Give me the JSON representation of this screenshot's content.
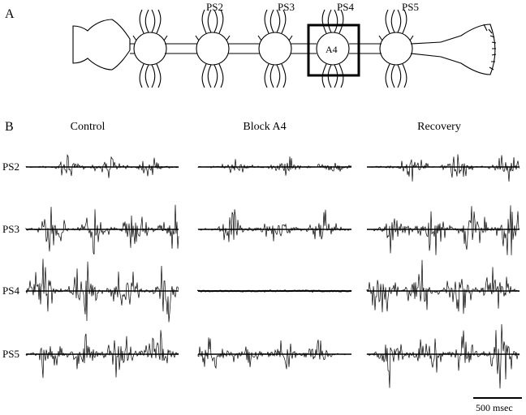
{
  "panel_a": {
    "label": "A",
    "ganglia": [
      "PS2",
      "PS3",
      "PS4",
      "PS5"
    ],
    "blocked": "A4"
  },
  "panel_b": {
    "label": "B",
    "conditions": [
      "Control",
      "Block A4",
      "Recovery"
    ],
    "rows": [
      "PS2",
      "PS3",
      "PS4",
      "PS5"
    ],
    "scale_bar": "500 msec"
  }
}
